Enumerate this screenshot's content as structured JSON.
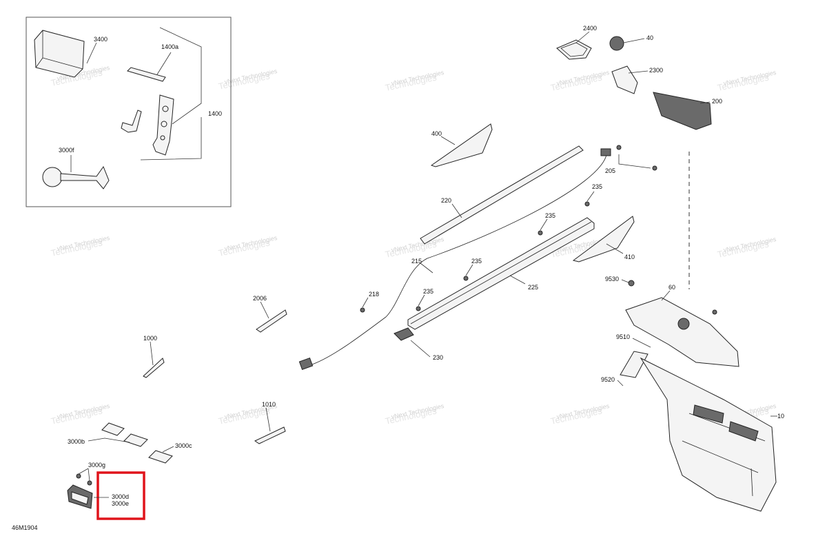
{
  "diagram": {
    "code": "46M1904",
    "watermark_line1": "vNext Technologies",
    "watermark_line2": "Technologies",
    "labels": {
      "p3400": "3400",
      "p1400a": "1400a",
      "p1400": "1400",
      "p3000f": "3000f",
      "p2400": "2400",
      "p40": "40",
      "p2300": "2300",
      "p200": "200",
      "p400": "400",
      "p205": "205",
      "p235a": "235",
      "p220": "220",
      "p235b": "235",
      "p410": "410",
      "p215": "215",
      "p235c": "235",
      "p225": "225",
      "p9530": "9530",
      "p60": "60",
      "p218": "218",
      "p235d": "235",
      "p2006": "2006",
      "p9510": "9510",
      "p230": "230",
      "p1000": "1000",
      "p9520": "9520",
      "p1010": "1010",
      "p10": "10",
      "p3000b": "3000b",
      "p3000c": "3000c",
      "p3000g": "3000g",
      "p3000d": "3000d",
      "p3000e": "3000e"
    },
    "highlight_color": "#e0141b"
  }
}
